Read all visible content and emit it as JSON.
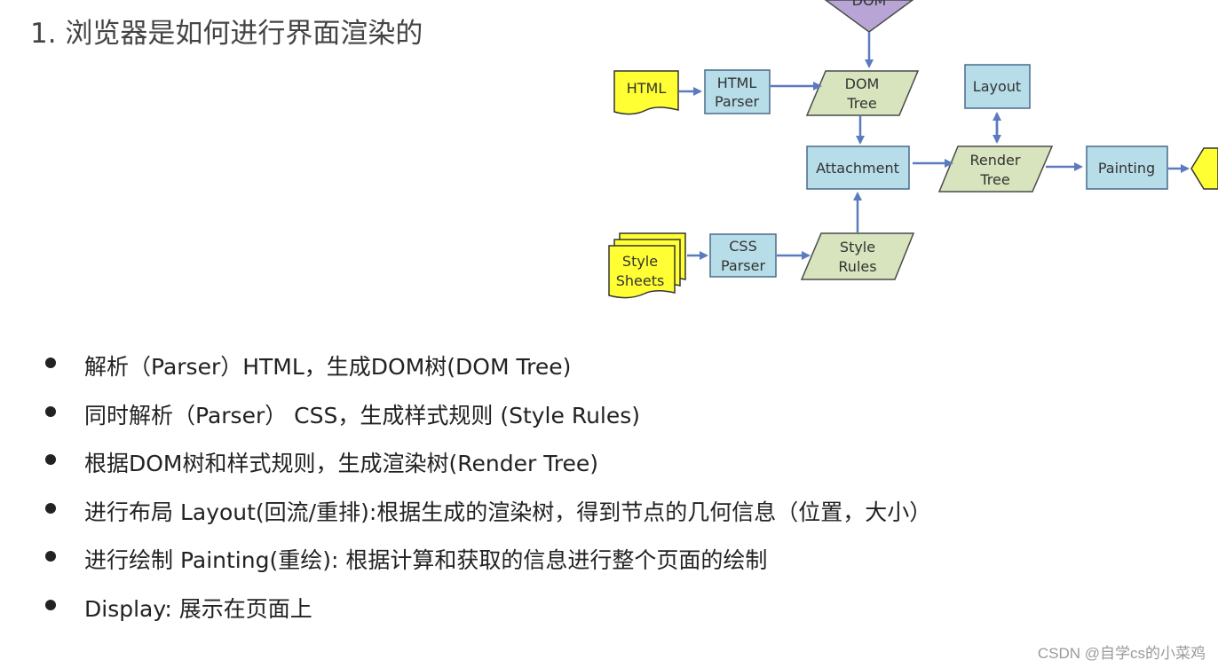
{
  "heading": "1. 浏览器是如何进行界面渲染的",
  "diagram": {
    "nodes": {
      "dom": "DOM",
      "html": "HTML",
      "html_parser": [
        "HTML",
        "Parser"
      ],
      "dom_tree": [
        "DOM",
        "Tree"
      ],
      "layout": "Layout",
      "attachment": "Attachment",
      "render_tree": [
        "Render",
        "Tree"
      ],
      "painting": "Painting",
      "style_sheets": [
        "Style",
        "Sheets"
      ],
      "css_parser": [
        "CSS",
        "Parser"
      ],
      "style_rules": [
        "Style",
        "Rules"
      ]
    },
    "colors": {
      "blue_box": "#b7dde8",
      "parallelogram": "#d7e4bd",
      "yellow_doc": "#ffff33",
      "dom_diamond": "#b8a5d6",
      "arrow": "#5b7bbf"
    }
  },
  "bullets": [
    "解析（Parser）HTML，生成DOM树(DOM Tree)",
    "同时解析（Parser） CSS，生成样式规则 (Style Rules)",
    "根据DOM树和样式规则，生成渲染树(Render Tree)",
    "进行布局 Layout(回流/重排):根据生成的渲染树，得到节点的几何信息（位置，大小）",
    "进行绘制 Painting(重绘): 根据计算和获取的信息进行整个页面的绘制",
    "Display: 展示在页面上"
  ],
  "watermark": "CSDN @自学cs的小菜鸡"
}
